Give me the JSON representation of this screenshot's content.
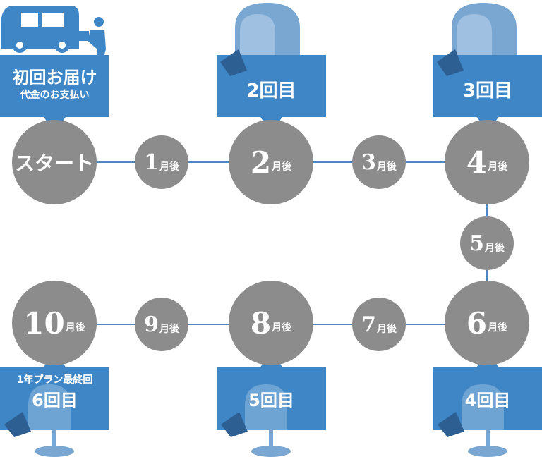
{
  "start": {
    "title": "初回お届け",
    "subtitle": "代金のお支払い",
    "circle": "スタート"
  },
  "deliveries": [
    {
      "label": "2回目"
    },
    {
      "label": "3回目"
    },
    {
      "label": "4回目"
    },
    {
      "label": "5回目"
    },
    {
      "label": "1年プラン最終回",
      "label2": "6回目"
    }
  ],
  "months": [
    {
      "num": "1",
      "suffix": "月後"
    },
    {
      "num": "2",
      "suffix": "月後"
    },
    {
      "num": "3",
      "suffix": "月後"
    },
    {
      "num": "4",
      "suffix": "月後"
    },
    {
      "num": "5",
      "suffix": "月後"
    },
    {
      "num": "6",
      "suffix": "月後"
    },
    {
      "num": "7",
      "suffix": "月後"
    },
    {
      "num": "8",
      "suffix": "月後"
    },
    {
      "num": "9",
      "suffix": "月後"
    },
    {
      "num": "10",
      "suffix": "月後"
    }
  ],
  "colors": {
    "banner": "#3e86c6",
    "circle": "#8c8c8c",
    "line": "#4f86c6",
    "mailbox": "#7aa7d2",
    "dark": "#2d5f93"
  },
  "icons": [
    "delivery-truck-icon",
    "courier-person-icon",
    "mailbox-icon"
  ]
}
